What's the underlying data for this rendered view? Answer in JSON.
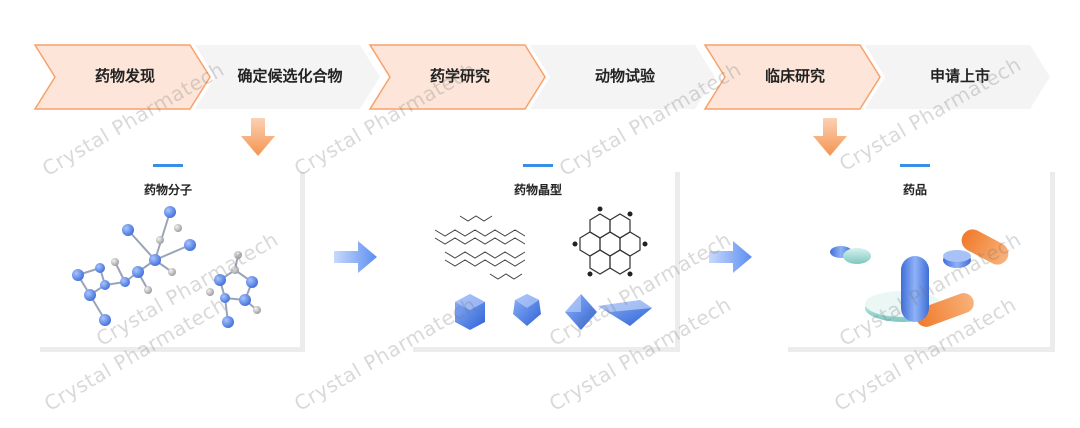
{
  "steps": [
    {
      "label": "药物发现",
      "highlight": true
    },
    {
      "label": "确定候选化合物",
      "highlight": false
    },
    {
      "label": "药学研究",
      "highlight": true
    },
    {
      "label": "动物试验",
      "highlight": false
    },
    {
      "label": "临床研究",
      "highlight": true
    },
    {
      "label": "申请上市",
      "highlight": false
    }
  ],
  "panels": [
    {
      "title": "药物分子"
    },
    {
      "title": "药物晶型"
    },
    {
      "title": "药品"
    }
  ],
  "watermark_text": "Crystal Pharmatech",
  "colors": {
    "highlight_fill": "#fde6d9",
    "highlight_stroke": "#f6a16b",
    "plain_fill": "#f3f3f3",
    "down_arrow": "#f5934f",
    "right_arrow": "#5b8ef0",
    "accent_blue": "#3a8ee6"
  }
}
